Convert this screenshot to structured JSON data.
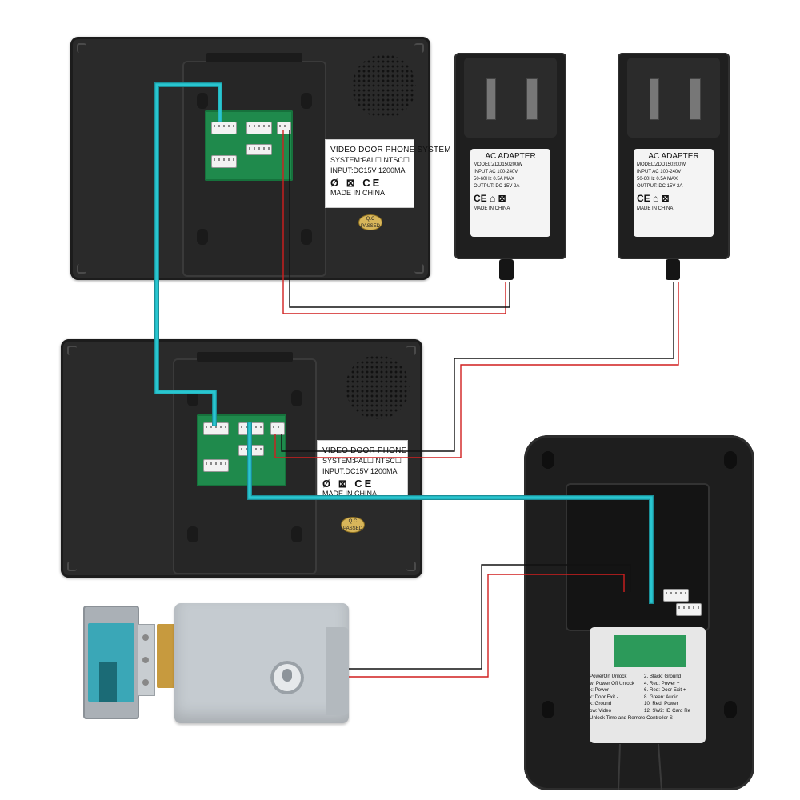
{
  "monitors": [
    {
      "label_title": "VIDEO DOOR PHONE SYSTEM",
      "label_system": "SYSTEM:PAL☐  NTSC☐",
      "label_input": "INPUT:DC15V   1200MA",
      "label_marks": "Ø ⊠ CE",
      "label_origin": "MADE IN CHINA",
      "seal_text": "Q.C PASSED"
    },
    {
      "label_title": "VIDEO DOOR PHONE SYSTEM",
      "label_system": "SYSTEM:PAL☐  NTSC☐",
      "label_input": "INPUT:DC15V   1200MA",
      "label_marks": "Ø ⊠ CE",
      "label_origin": "MADE IN CHINA",
      "seal_text": "Q.C PASSED"
    }
  ],
  "adapters": [
    {
      "title": "AC ADAPTER",
      "model": "MODEL:ZDD150200W",
      "input": "INPUT AC 100-240V",
      "freq": "50-60Hz 0.5A MAX",
      "output": "OUTPUT: DC 15V 2A",
      "marks": "CE ⌂ ⊠",
      "origin": "MADE IN CHINA"
    },
    {
      "title": "AC ADAPTER",
      "model": "MODEL:ZDD150200W",
      "input": "INPUT AC 100-240V",
      "freq": "50-60Hz 0.5A MAX",
      "output": "OUTPUT: DC 15V 2A",
      "marks": "CE ⌂ ⊠",
      "origin": "MADE IN CHINA"
    }
  ],
  "camera": {
    "wiring_rows": [
      [
        "PowerOn Unlock",
        "2. Black: Ground"
      ],
      [
        "w: Power Off Unlock",
        "4. Red: Power +"
      ],
      [
        "k: Power -",
        "6. Red: Door Exit +"
      ],
      [
        "k: Door Exit -",
        "8. Green: Audio"
      ],
      [
        "k: Ground",
        "10. Red: Power"
      ],
      [
        "ow: Video",
        "12. SW2: ID Card Re"
      ]
    ],
    "footer": "Unlock Time and Remote Controller S"
  },
  "colors": {
    "video_wire": "#29c6d0",
    "power_wire_red": "#d11f1f",
    "power_wire_black": "#111111"
  }
}
